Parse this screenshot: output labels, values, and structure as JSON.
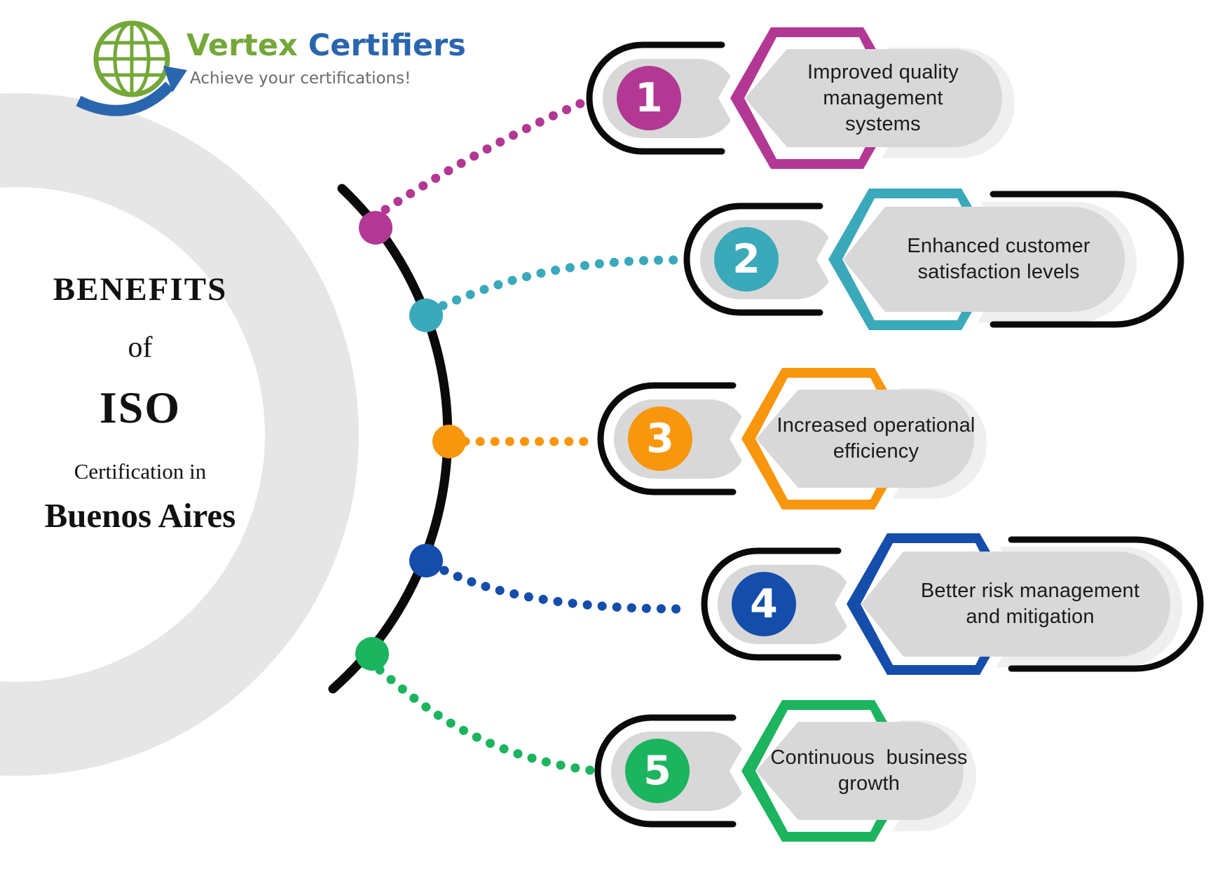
{
  "logo": {
    "brand_primary": "Vertex",
    "brand_secondary": "Certifiers",
    "tagline": "Achieve your certifications!",
    "globe_color": "#74a839",
    "arrow_color": "#2a66ad",
    "brand_primary_color": "#74a839",
    "brand_secondary_color": "#2a66ad",
    "tagline_color": "#6b6b6b"
  },
  "title": {
    "line1": "BENEFITS",
    "line2": "of",
    "line3": "ISO",
    "line4": "Certification in",
    "line5": "Buenos Aires"
  },
  "items": [
    {
      "number": "1",
      "color": "#b23894",
      "label": "Improved quality management systems",
      "lines": [
        "Improved quality",
        "management",
        "systems"
      ]
    },
    {
      "number": "2",
      "color": "#3aa9ba",
      "label": "Enhanced customer satisfaction levels",
      "lines": [
        "Enhanced customer",
        "satisfaction levels"
      ]
    },
    {
      "number": "3",
      "color": "#f8960d",
      "label": "Increased operational efficiency",
      "lines": [
        "Increased operational",
        "efficiency"
      ]
    },
    {
      "number": "4",
      "color": "#154dab",
      "label": "Better risk management and mitigation",
      "lines": [
        "Better risk management",
        "and mitigation"
      ]
    },
    {
      "number": "5",
      "color": "#1cb45e",
      "label": "Continuous business growth",
      "lines": [
        "Continuous  business",
        "growth"
      ]
    }
  ],
  "colors": {
    "timeline": "#0a0a0a",
    "pill_gray": "#d8d8d8",
    "shadow_gray": "#efefef",
    "ring_gray": "#e6e6e6",
    "text": "#1b1b1b",
    "background": "#ffffff"
  }
}
